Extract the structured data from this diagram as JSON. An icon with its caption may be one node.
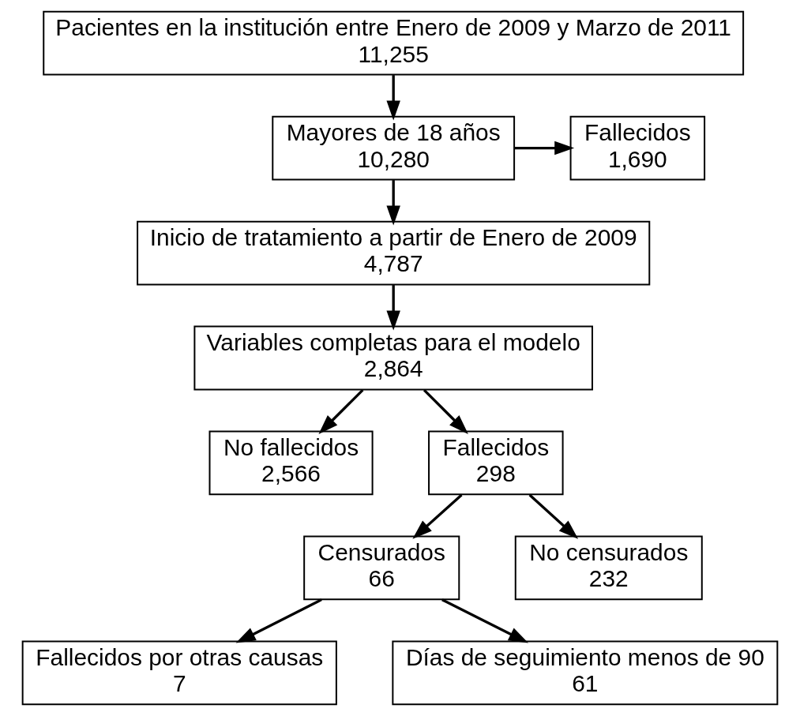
{
  "diagram": {
    "nodes": [
      {
        "text": [
          "Pacientes en la institución entre Enero de 2009 y Marzo de 2011",
          "11,255"
        ]
      },
      {
        "text": [
          "Mayores de 18 años",
          "10,280"
        ]
      },
      {
        "text": [
          "Fallecidos",
          "1,690"
        ]
      },
      {
        "text": [
          "Inicio de tratamiento a partir de Enero de 2009",
          "4,787"
        ]
      },
      {
        "text": [
          "Variables completas para el modelo",
          "2,864"
        ]
      },
      {
        "text": [
          "No fallecidos",
          "2,566"
        ]
      },
      {
        "text": [
          "Fallecidos",
          "298"
        ]
      },
      {
        "text": [
          "Censurados",
          "66"
        ]
      },
      {
        "text": [
          "No censurados",
          "232"
        ]
      },
      {
        "text": [
          "Fallecidos por otras causas",
          "7"
        ]
      },
      {
        "text": [
          "Días de seguimiento menos de 90",
          "61"
        ]
      }
    ],
    "edges": [
      {
        "from": 0,
        "to": 1,
        "arrow": "to"
      },
      {
        "from": 1,
        "to": 2,
        "arrow": "to"
      },
      {
        "from": 1,
        "to": 3,
        "arrow": "to"
      },
      {
        "from": 3,
        "to": 4,
        "arrow": "to"
      },
      {
        "from": 4,
        "to": 5,
        "arrow": "to"
      },
      {
        "from": 4,
        "to": 6,
        "arrow": "to"
      },
      {
        "from": 6,
        "to": 7,
        "arrow": "to"
      },
      {
        "from": 6,
        "to": 8,
        "arrow": "to"
      },
      {
        "from": 7,
        "to": 9,
        "arrow": "to"
      },
      {
        "from": 7,
        "to": 10,
        "arrow": "to"
      }
    ]
  }
}
